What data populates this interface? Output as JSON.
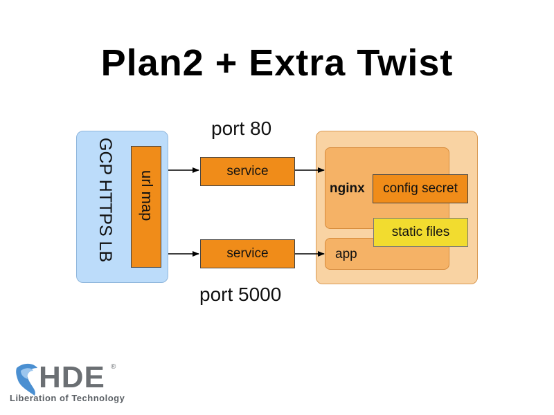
{
  "title": "Plan2 + Extra Twist",
  "ports": {
    "top": "port 80",
    "bottom": "port 5000"
  },
  "load_balancer": {
    "label": "GCP HTTPS LB",
    "url_map_label": "url map"
  },
  "services": [
    {
      "label": "service"
    },
    {
      "label": "service"
    }
  ],
  "pod": {
    "nginx_label": "nginx",
    "app_label": "app",
    "config_secret_label": "config secret",
    "static_files_label": "static files"
  },
  "logo": {
    "name": "HDE",
    "registered": "®",
    "tagline": "Liberation of Technology"
  },
  "colors": {
    "lb_fill": "#bcdcfa",
    "orange": "#f08c19",
    "pod_outer": "#f9d3a3",
    "pod_inner": "#f5b266",
    "static_yellow": "#f2dc2f"
  }
}
